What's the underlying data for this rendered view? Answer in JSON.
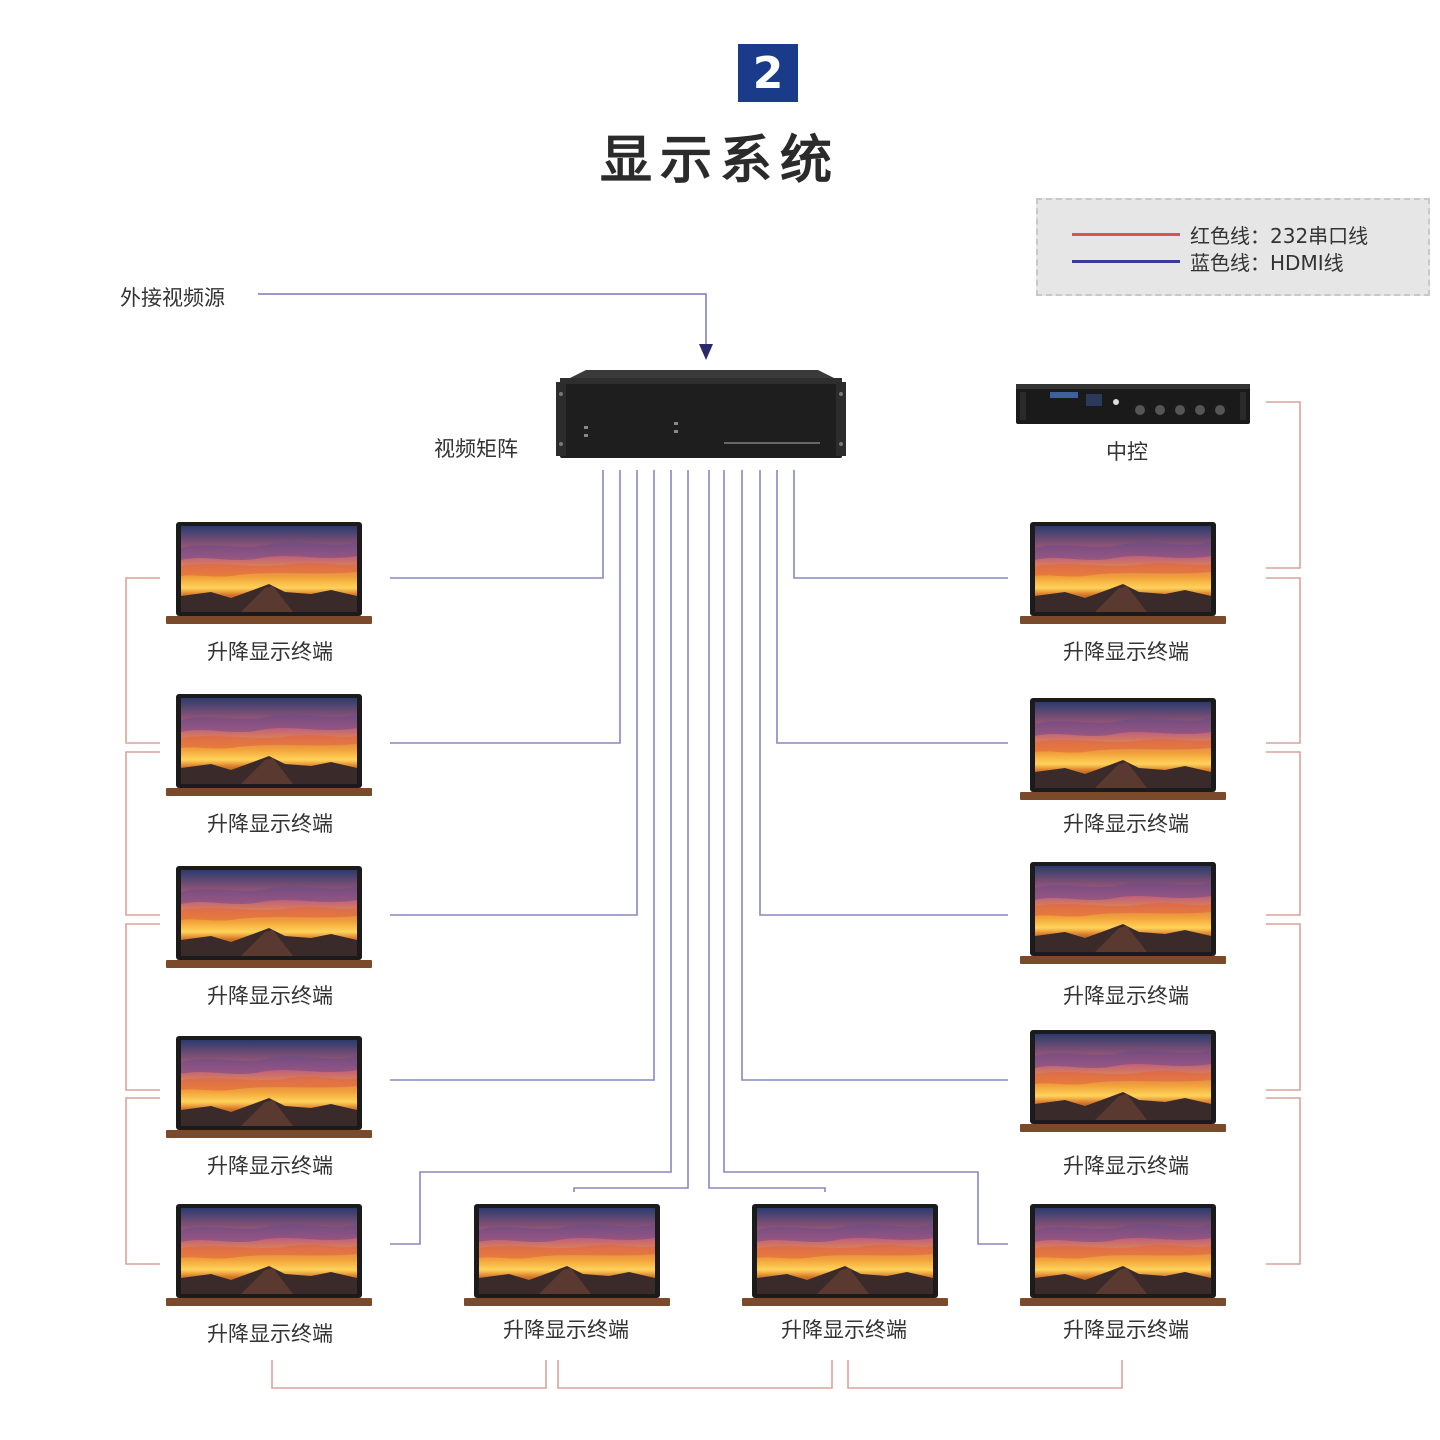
{
  "header": {
    "badge": "2",
    "title": "显示系统"
  },
  "legend": {
    "items": [
      {
        "text": "红色线：232串口线",
        "color": "#d9534f"
      },
      {
        "text": "蓝色线：HDMI线",
        "color": "#3a3a9a"
      }
    ]
  },
  "colors": {
    "hdmi": "#7a78b8",
    "serial": "#d9a49a",
    "arrow": "#2a2a6a"
  },
  "labels": {
    "source": "外接视频源",
    "matrix": "视频矩阵",
    "controller": "中控"
  },
  "terminals": [
    {
      "id": "L1",
      "label": "升降显示终端"
    },
    {
      "id": "L2",
      "label": "升降显示终端"
    },
    {
      "id": "L3",
      "label": "升降显示终端"
    },
    {
      "id": "L4",
      "label": "升降显示终端"
    },
    {
      "id": "L5",
      "label": "升降显示终端"
    },
    {
      "id": "B1",
      "label": "升降显示终端"
    },
    {
      "id": "B2",
      "label": "升降显示终端"
    },
    {
      "id": "R5",
      "label": "升降显示终端"
    },
    {
      "id": "R1",
      "label": "升降显示终端"
    },
    {
      "id": "R2",
      "label": "升降显示终端"
    },
    {
      "id": "R3",
      "label": "升降显示终端"
    },
    {
      "id": "R4",
      "label": "升降显示终端"
    }
  ]
}
